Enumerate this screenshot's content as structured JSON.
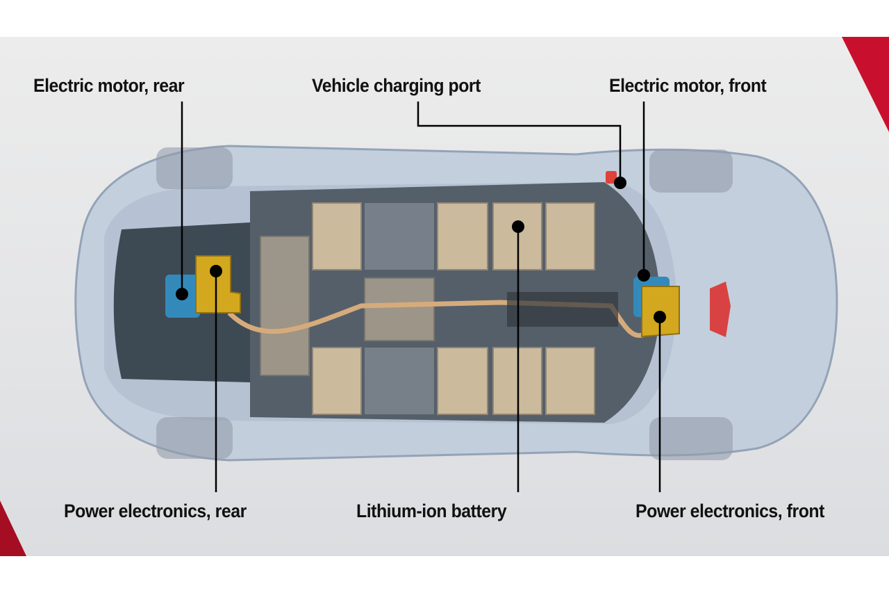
{
  "labels": {
    "motor_rear": "Electric motor, rear",
    "charging_port": "Vehicle charging port",
    "motor_front": "Electric motor, front",
    "power_rear": "Power electronics, rear",
    "battery": "Lithium-ion battery",
    "power_front": "Power electronics, front"
  },
  "colors": {
    "accent_red": "#c8102e",
    "battery_module": "#cbb89a",
    "motor_blue": "#2a86b8",
    "power_yellow": "#d4a514",
    "car_body": "#b9c6d6"
  }
}
